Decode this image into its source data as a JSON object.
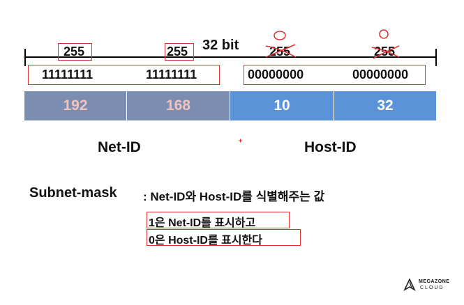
{
  "bit_label": "32 bit",
  "top_values": [
    "255",
    "255",
    "255",
    "255"
  ],
  "binary": [
    "11111111",
    "11111111",
    "00000000",
    "00000000"
  ],
  "ip_octets": [
    "192",
    "168",
    "10",
    "32"
  ],
  "net_id_label": "Net-ID",
  "host_id_label": "Host-ID",
  "subnet_term": "Subnet-mask",
  "subnet_desc": ": Net-ID와 Host-ID를 식별해주는 값",
  "note_1": "1은 Net-ID를 표시하고",
  "note_0": "0은 Host-ID를 표시한다",
  "brand_top": "MEGAZONE",
  "brand_bottom": "CLOUD",
  "colors": {
    "net_cell": "#7b8db0",
    "host_cell": "#5b93d8",
    "net_text": "#f3c4bd",
    "red": "#e03030"
  }
}
